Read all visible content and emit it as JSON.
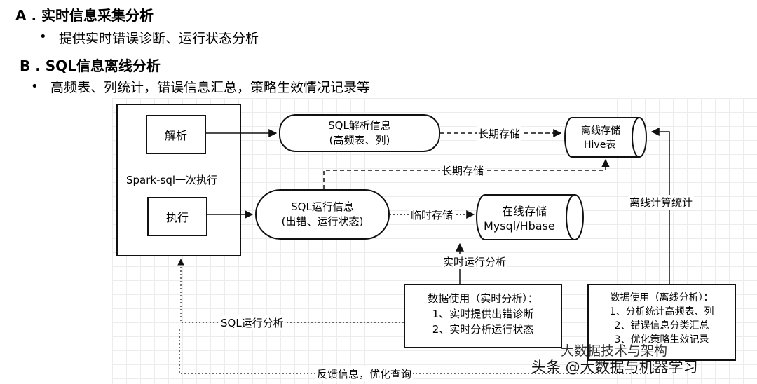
{
  "section_a": {
    "letter": "A",
    "title": "实时信息采集分析",
    "bullet": "提供实时错误诊断、运行状态分析"
  },
  "section_b": {
    "letter": "B",
    "title": "SQL信息离线分析",
    "bullet": "高频表、列统计，错误信息汇总，策略生效情况记录等"
  },
  "diagram": {
    "spark": {
      "label": "Spark-sql一次执行",
      "parse": "解析",
      "execute": "执行"
    },
    "sql_parse_info": {
      "line1": "SQL解析信息",
      "line2": "(高频表、列)"
    },
    "sql_run_info": {
      "line1": "SQL运行信息",
      "line2": "(出错、运行状态)"
    },
    "offline_store": {
      "line1": "离线存储",
      "line2": "Hive表"
    },
    "online_store": {
      "line1": "在线存储",
      "line2": "Mysql/Hbase"
    },
    "labels": {
      "long_term_1": "长期存储",
      "long_term_2": "长期存储",
      "temp_store": "临时存储",
      "realtime_analysis": "实时运行分析",
      "offline_compute": "离线计算统计",
      "sql_run_analysis": "SQL运行分析",
      "feedback": "反馈信息，优化查询"
    },
    "realtime_usage": {
      "title": "数据使用（实时分析）：",
      "item1": "1、实时提供出错诊断",
      "item2": "2、实时分析运行状态"
    },
    "offline_usage": {
      "title": "数据使用（离线分析）：",
      "item1": "1、分析统计高频表、列",
      "item2": "2、错误信息分类汇总",
      "item3": "3、优化策略生效记录"
    }
  },
  "watermark": {
    "line1": "大数据技术与架构",
    "line2": "头条 @大数据与机器学习"
  }
}
